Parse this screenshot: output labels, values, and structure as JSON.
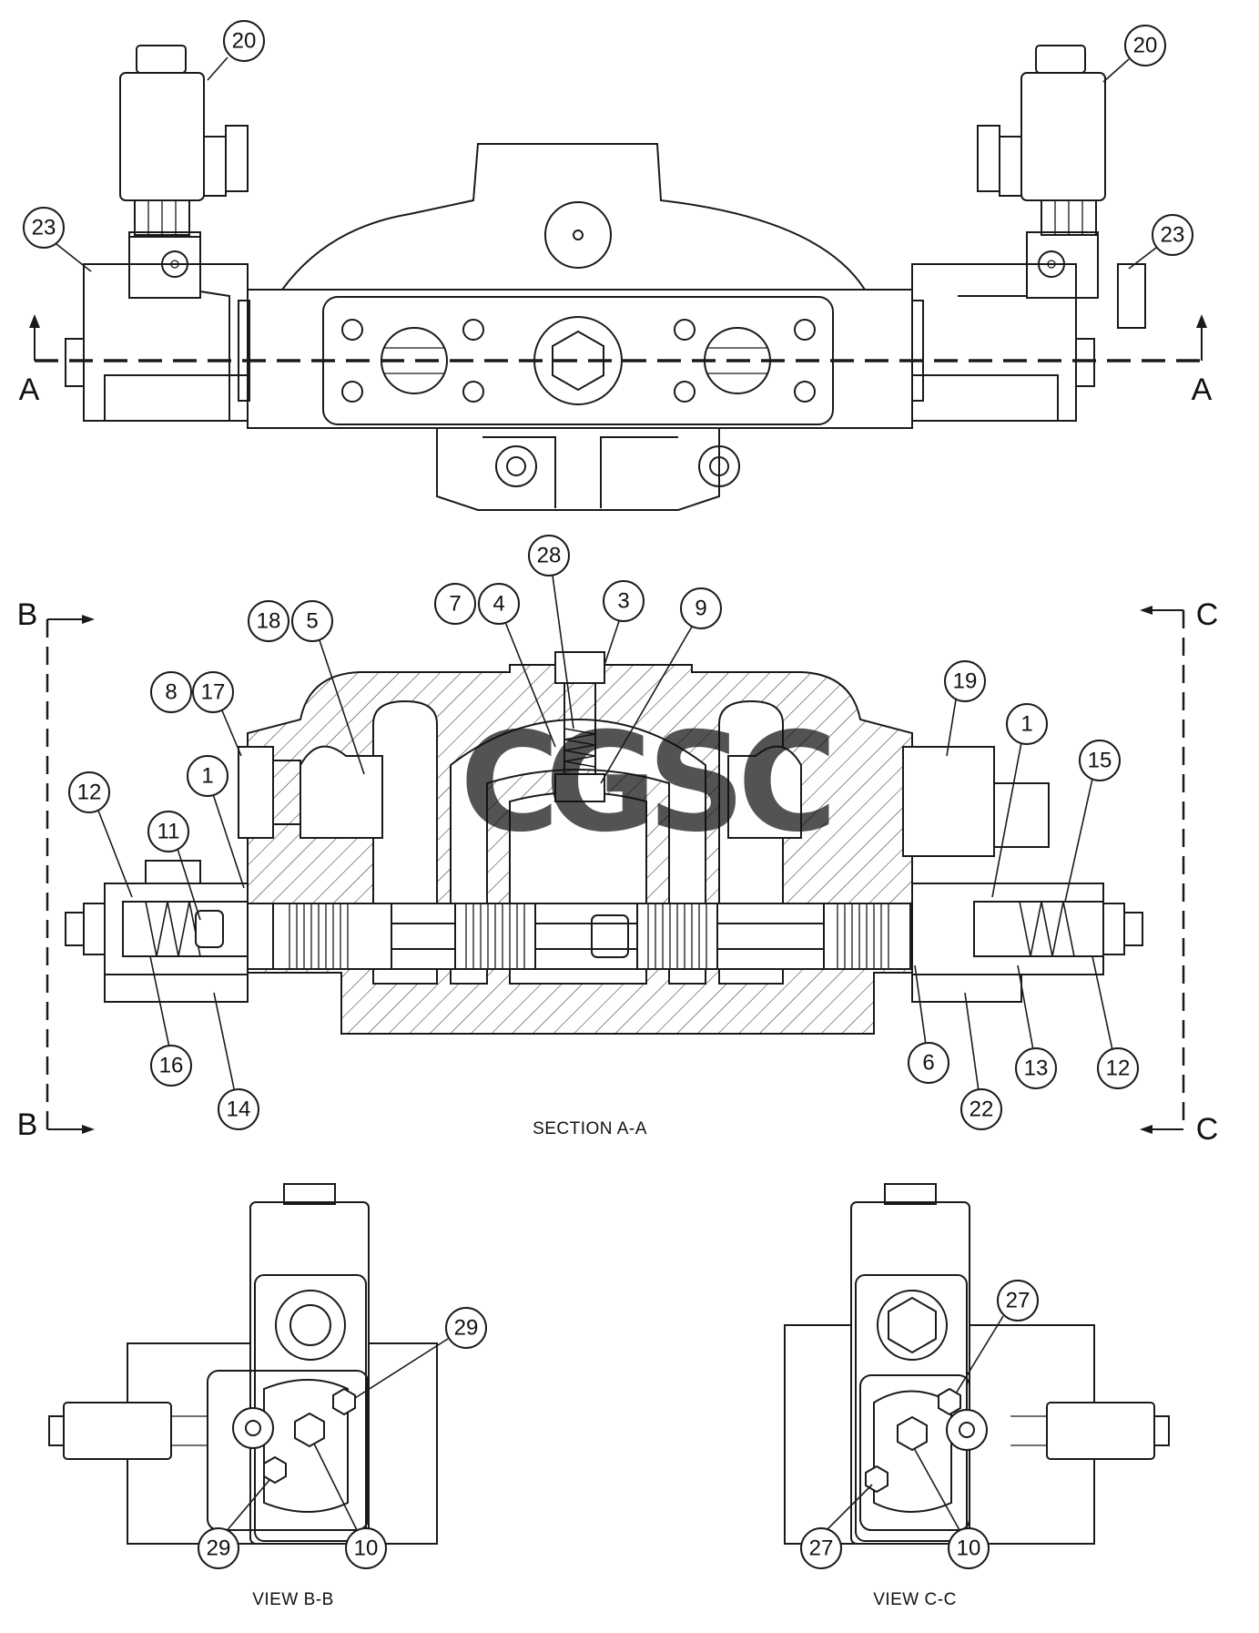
{
  "sections": {
    "top_letter_left": "A",
    "top_letter_right": "A",
    "left_letter_top": "B",
    "left_letter_bottom": "B",
    "right_letter_top": "C",
    "right_letter_bottom": "C"
  },
  "captions": {
    "section_aa": "SECTION A-A",
    "view_bb": "VIEW B-B",
    "view_cc": "VIEW C-C"
  },
  "watermark": {
    "text": "CGSC",
    "letters": [
      {
        "char": "C",
        "color": "#4a7fe0"
      },
      {
        "char": "G",
        "color": "#e8615a"
      },
      {
        "char": "S",
        "color": "#f2c94c"
      },
      {
        "char": "C",
        "color": "#3f9e6a"
      }
    ]
  },
  "callouts": [
    {
      "id": "c20a",
      "label": "20"
    },
    {
      "id": "c20b",
      "label": "20"
    },
    {
      "id": "c23a",
      "label": "23"
    },
    {
      "id": "c23b",
      "label": "23"
    },
    {
      "id": "c28",
      "label": "28"
    },
    {
      "id": "c7",
      "label": "7"
    },
    {
      "id": "c4",
      "label": "4"
    },
    {
      "id": "c3",
      "label": "3"
    },
    {
      "id": "c9",
      "label": "9"
    },
    {
      "id": "c18",
      "label": "18"
    },
    {
      "id": "c5",
      "label": "5"
    },
    {
      "id": "c8",
      "label": "8"
    },
    {
      "id": "c17",
      "label": "17"
    },
    {
      "id": "c19",
      "label": "19"
    },
    {
      "id": "c1r",
      "label": "1"
    },
    {
      "id": "c15",
      "label": "15"
    },
    {
      "id": "c12l",
      "label": "12"
    },
    {
      "id": "c11",
      "label": "11"
    },
    {
      "id": "c1l",
      "label": "1"
    },
    {
      "id": "c16",
      "label": "16"
    },
    {
      "id": "c14",
      "label": "14"
    },
    {
      "id": "c6",
      "label": "6"
    },
    {
      "id": "c22",
      "label": "22"
    },
    {
      "id": "c13",
      "label": "13"
    },
    {
      "id": "c12r",
      "label": "12"
    },
    {
      "id": "c29a",
      "label": "29"
    },
    {
      "id": "c29b",
      "label": "29"
    },
    {
      "id": "c10a",
      "label": "10"
    },
    {
      "id": "c27a",
      "label": "27"
    },
    {
      "id": "c27b",
      "label": "27"
    },
    {
      "id": "c10b",
      "label": "10"
    }
  ]
}
